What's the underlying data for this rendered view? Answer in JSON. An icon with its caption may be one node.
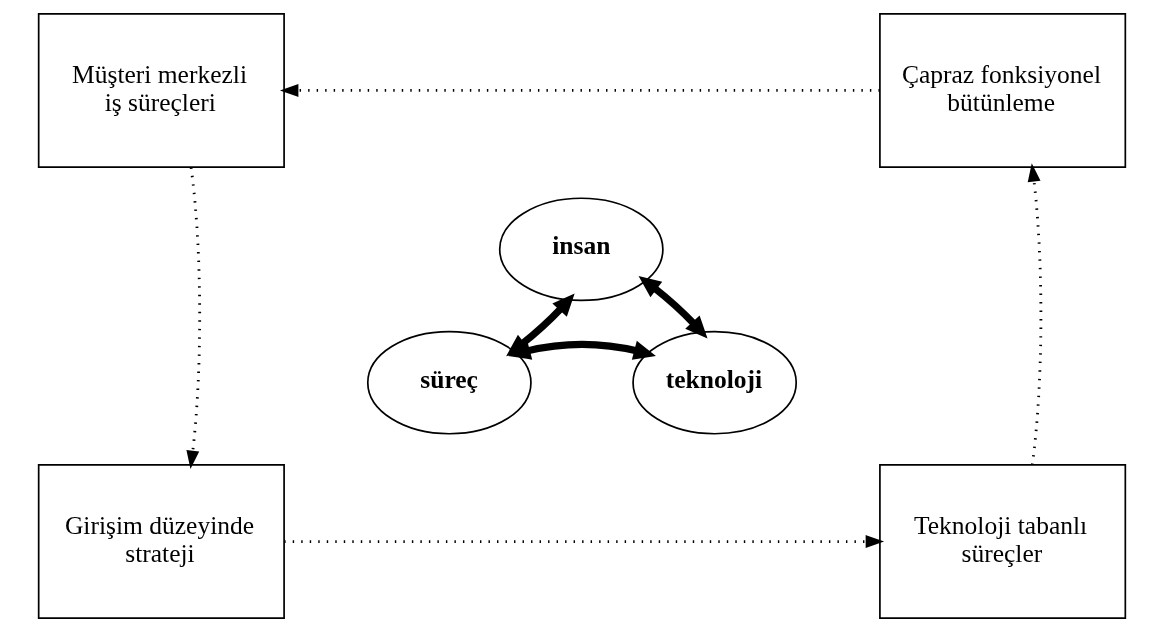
{
  "diagram": {
    "nodes": [
      {
        "text": [
          "Müşteri merkezli iş süreçleri"
        ]
      },
      {
        "text": [
          "Çapraz fonksiyonel bütünleme"
        ]
      },
      {
        "text": [
          "insan"
        ]
      },
      {
        "text": [
          "süreç"
        ]
      },
      {
        "text": [
          "teknoloji"
        ]
      },
      {
        "text": [
          "Girişim düzeyinde strateji"
        ]
      },
      {
        "text": [
          "Teknoloji tabanlı süreçler"
        ]
      }
    ],
    "edges": [
      {
        "from": 1,
        "to": 0,
        "arrow": "to",
        "style": "dashed"
      },
      {
        "from": 2,
        "to": 3,
        "arrow": "both",
        "style": "thick"
      },
      {
        "from": 2,
        "to": 4,
        "arrow": "both",
        "style": "thick"
      },
      {
        "from": 3,
        "to": 4,
        "arrow": "both",
        "style": "thick"
      },
      {
        "from": 0,
        "to": 5,
        "arrow": "to",
        "style": "dashed"
      },
      {
        "from": 5,
        "to": 6,
        "arrow": "to",
        "style": "dashed"
      },
      {
        "from": 6,
        "to": 1,
        "arrow": "to",
        "style": "dashed"
      }
    ]
  }
}
